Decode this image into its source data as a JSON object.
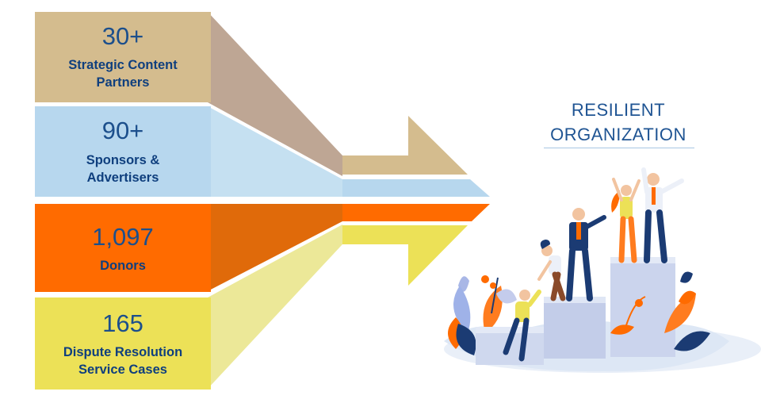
{
  "colors": {
    "tan": "#d4bc8e",
    "tan_shade": "#bea694",
    "blue": "#b7d7ee",
    "blue_shade": "#c5e0f1",
    "orange": "#ff6b00",
    "orange_shade": "#e06a0a",
    "yellow": "#ece157",
    "yellow_shade": "#ece898",
    "text_blue": "#0f3f7e"
  },
  "stats": [
    {
      "value": "30+",
      "label_line1": "Strategic Content",
      "label_line2": "Partners",
      "color_key": "tan"
    },
    {
      "value": "90+",
      "label_line1": "Sponsors &",
      "label_line2": "Advertisers",
      "color_key": "blue"
    },
    {
      "value": "1,097",
      "label_line1": "Donors",
      "label_line2": "",
      "color_key": "orange"
    },
    {
      "value": "165",
      "label_line1": "Dispute Resolution",
      "label_line2": "Service Cases",
      "color_key": "yellow"
    }
  ],
  "result": {
    "title_line1": "RESILIENT",
    "title_line2": "ORGANIZATION"
  },
  "illustration": {
    "subject": "people-climbing-podium-illustration"
  }
}
